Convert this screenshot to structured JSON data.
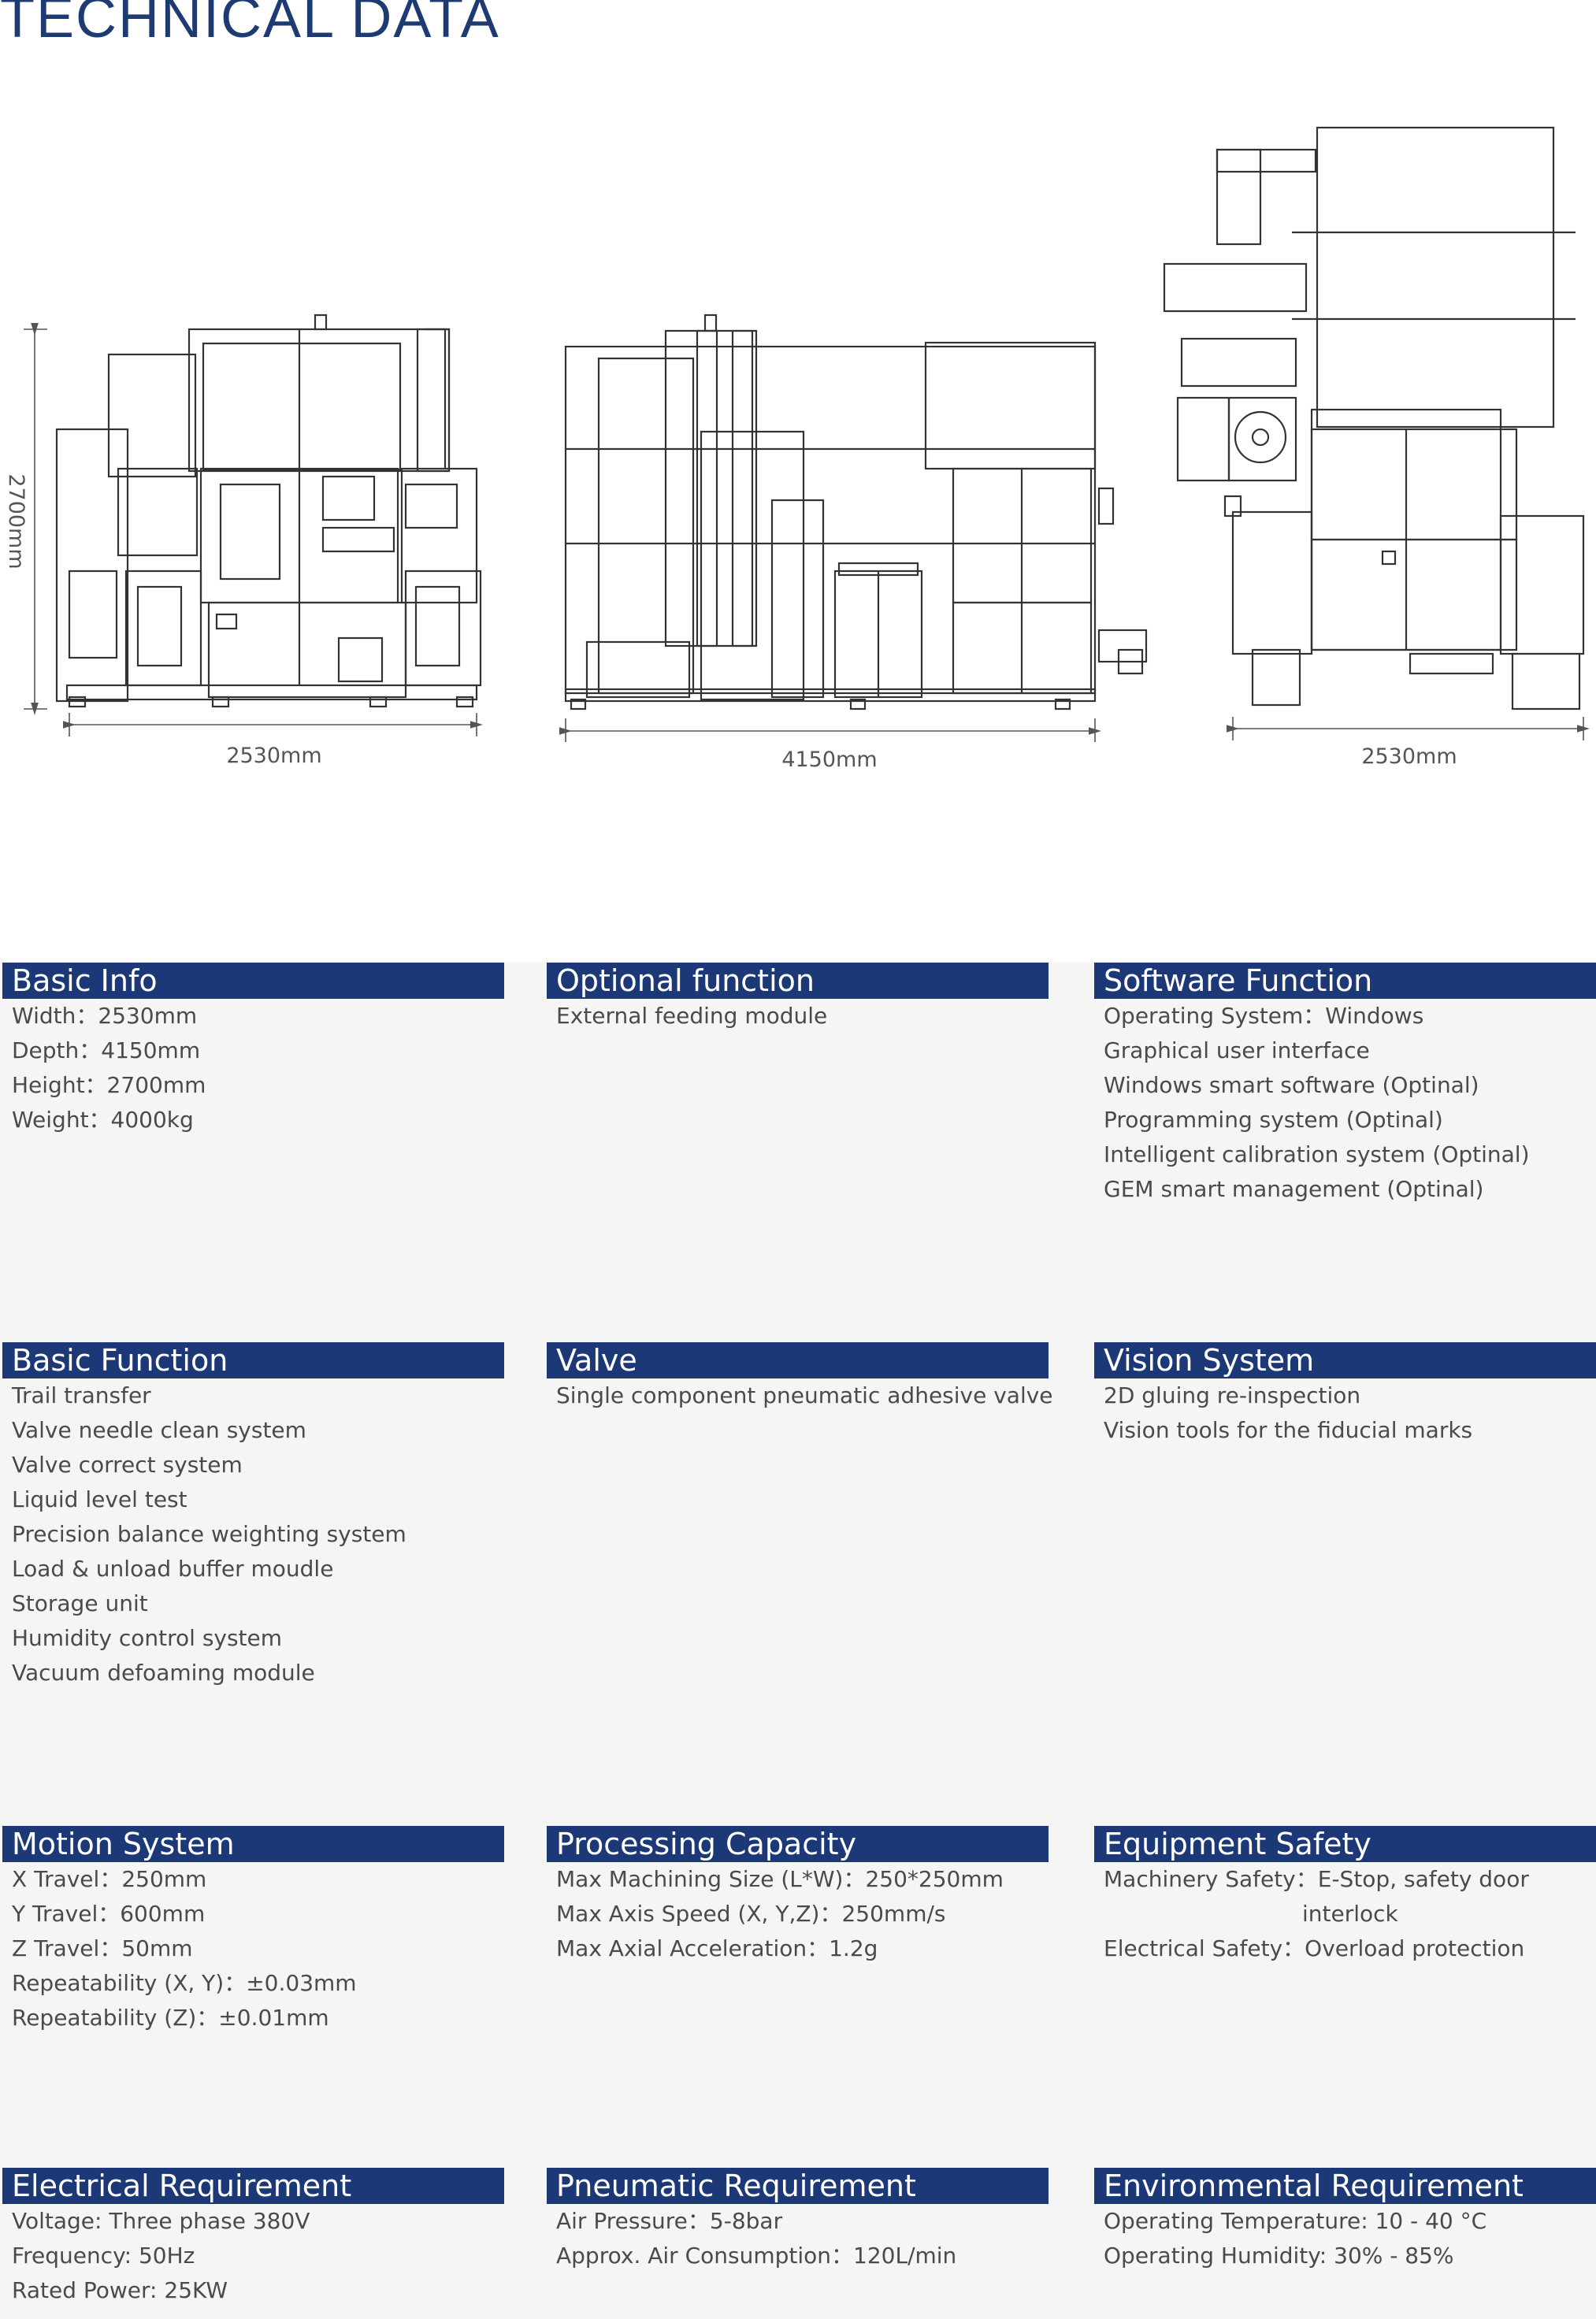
{
  "page_title": "TECHNICAL  DATA",
  "drawings": {
    "front_width_label": "2530mm",
    "side_length_label": "4150mm",
    "rear_width_label": "2530mm",
    "height_label": "2700mm"
  },
  "sections": {
    "basic_info": {
      "title": "Basic Info",
      "lines": [
        "Width：2530mm",
        "Depth：4150mm",
        "Height：2700mm",
        "Weight：4000kg"
      ]
    },
    "optional_function": {
      "title": "Optional function",
      "lines": [
        "External feeding module"
      ]
    },
    "software_function": {
      "title": "Software Function",
      "lines": [
        "Operating System：Windows",
        "Graphical user interface",
        "Windows smart software (Optinal)",
        "Programming system (Optinal)",
        "Intelligent calibration system (Optinal)",
        "GEM smart management (Optinal)"
      ]
    },
    "basic_function": {
      "title": "Basic Function",
      "lines": [
        "Trail transfer",
        "Valve needle clean system",
        "Valve correct system",
        "Liquid level test",
        "Precision balance weighting system",
        "Load & unload buffer moudle",
        "Storage unit",
        "Humidity control system",
        "Vacuum defoaming module"
      ]
    },
    "valve": {
      "title": "Valve",
      "lines": [
        "Single component pneumatic adhesive valve"
      ]
    },
    "vision_system": {
      "title": "Vision System",
      "lines": [
        "2D gluing re-inspection",
        "Vision tools for the fiducial marks"
      ]
    },
    "motion_system": {
      "title": "Motion System",
      "lines": [
        "X Travel：250mm",
        "Y Travel：600mm",
        "Z Travel：50mm",
        "Repeatability (X, Y)：±0.03mm",
        "Repeatability (Z)：±0.01mm"
      ]
    },
    "processing_capacity": {
      "title": "Processing Capacity",
      "lines": [
        "Max Machining Size (L*W)：250*250mm",
        "Max Axis Speed (X, Y,Z)：250mm/s",
        "Max Axial Acceleration：1.2g"
      ]
    },
    "equipment_safety": {
      "title": "Equipment Safety",
      "lines": [
        "Machinery Safety：E-Stop, safety door",
        "interlock",
        "Electrical Safety：Overload protection"
      ]
    },
    "electrical_requirement": {
      "title": "Electrical  Requirement",
      "lines": [
        "Voltage: Three phase 380V",
        "Frequency: 50Hz",
        "Rated Power: 25KW"
      ]
    },
    "pneumatic_requirement": {
      "title": "Pneumatic Requirement",
      "lines": [
        "Air Pressure：5-8bar",
        "Approx. Air Consumption：120L/min"
      ]
    },
    "environmental_requirement": {
      "title": "Environmental Requirement",
      "lines": [
        "Operating Temperature: 10 - 40 °C",
        "Operating Humidity: 30% - 85%"
      ]
    }
  }
}
